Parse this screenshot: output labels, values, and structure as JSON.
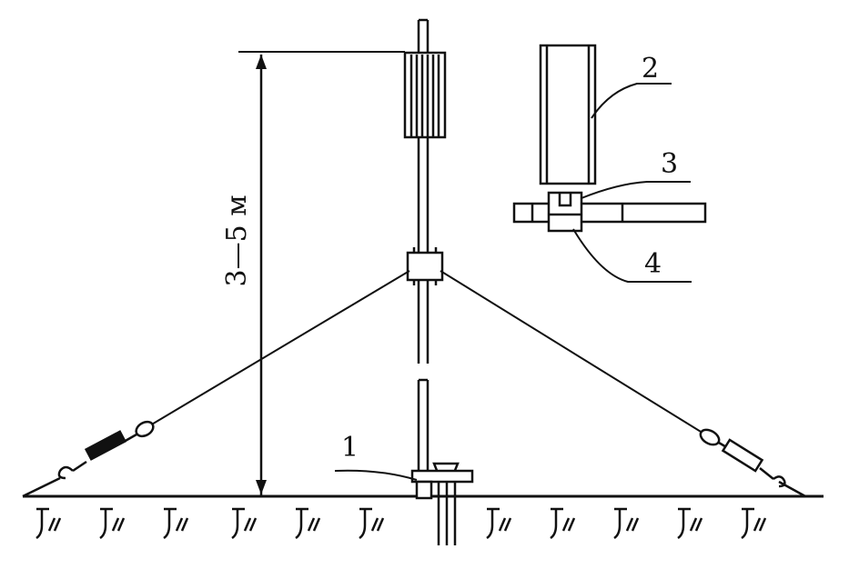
{
  "dimension": {
    "text": "3—5 м"
  },
  "callouts": [
    {
      "id": "1",
      "text": "1"
    },
    {
      "id": "2",
      "text": "2"
    },
    {
      "id": "3",
      "text": "3"
    },
    {
      "id": "4",
      "text": "4"
    }
  ],
  "colors": {
    "ink": "#111111",
    "background": "#ffffff"
  }
}
